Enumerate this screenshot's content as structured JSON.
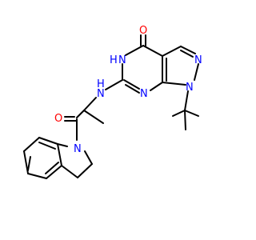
{
  "molecule": {
    "atoms": {
      "carbonyl_o_top": "O",
      "nh_ring_n": "N",
      "nh_ring_h": "H",
      "pyrazole_n2": "N",
      "pyrazole_n1": "N",
      "pyrimidine_n": "N",
      "amine_n": "N",
      "amine_h": "H",
      "amide_o": "O",
      "indoline_n": "N"
    },
    "colors": {
      "nitrogen": "#0000ff",
      "oxygen": "#ff0000",
      "bond": "#000000"
    }
  }
}
